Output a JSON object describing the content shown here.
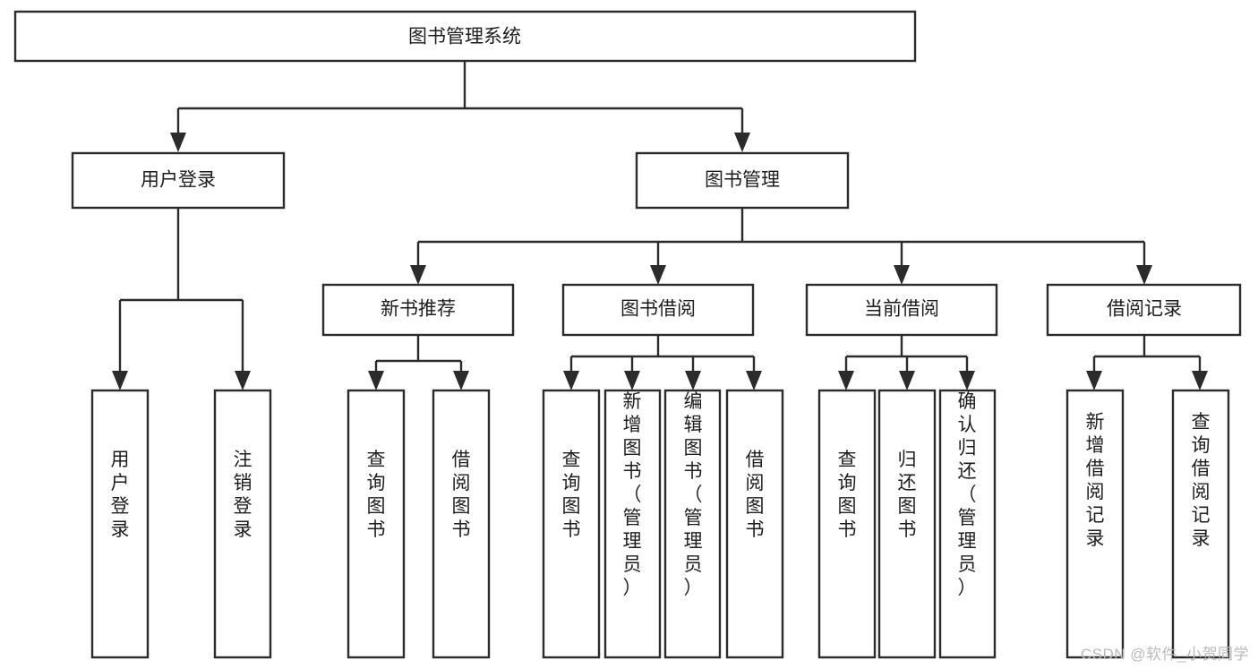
{
  "diagram": {
    "title": "图书管理系统",
    "type": "tree-hierarchy",
    "watermark": "CSDN @软件_小贺同学",
    "colors": {
      "stroke": "#2b2b2b",
      "box_fill": "#ffffff",
      "text": "#1d1d1d",
      "background": "#ffffff",
      "watermark": "#b9b9b9"
    },
    "levels": {
      "root": {
        "label": "图书管理系统"
      },
      "level2": [
        {
          "label": "用户登录"
        },
        {
          "label": "图书管理"
        }
      ],
      "level3": [
        {
          "label": "新书推荐"
        },
        {
          "label": "图书借阅"
        },
        {
          "label": "当前借阅"
        },
        {
          "label": "借阅记录"
        }
      ],
      "leaves": {
        "user_login": [
          {
            "label": "用户登录"
          },
          {
            "label": "注销登录"
          }
        ],
        "new_book_recommend": [
          {
            "label": "查询图书"
          },
          {
            "label": "借阅图书"
          }
        ],
        "book_borrow": [
          {
            "label": "查询图书"
          },
          {
            "label": "新增图书（管理员）"
          },
          {
            "label": "编辑图书（管理员）"
          },
          {
            "label": "借阅图书"
          }
        ],
        "current_borrow": [
          {
            "label": "查询图书"
          },
          {
            "label": "归还图书"
          },
          {
            "label": "确认归还（管理员）"
          }
        ],
        "borrow_record": [
          {
            "label": "新增借阅记录"
          },
          {
            "label": "查询借阅记录"
          }
        ]
      }
    }
  }
}
